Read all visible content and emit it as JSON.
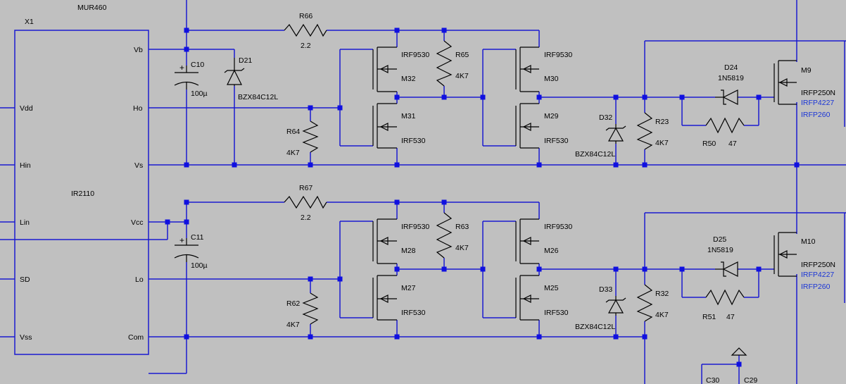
{
  "colors": {
    "background": "#c0c0c0",
    "wire": "#1a1ad0",
    "junction": "#1010e0",
    "component": "#000000",
    "alt_label": "#1a35d6"
  },
  "ic": {
    "ref": "X1",
    "type": "IR2110",
    "pins_left": [
      "Vdd",
      "Hin",
      "Lin",
      "SD",
      "Vss"
    ],
    "pins_right": [
      "Vb",
      "Ho",
      "Vs",
      "Vcc",
      "Lo",
      "Com"
    ]
  },
  "top_label": "MUR460",
  "capacitors": [
    {
      "ref": "C10",
      "value": "100µ"
    },
    {
      "ref": "C11",
      "value": "100µ"
    },
    {
      "ref": "C30"
    },
    {
      "ref": "C29"
    }
  ],
  "zeners": [
    {
      "ref": "D21",
      "type": "BZX84C12L"
    },
    {
      "ref": "D32",
      "type": "BZX84C12L"
    },
    {
      "ref": "D33",
      "type": "BZX84C12L"
    }
  ],
  "resistors": [
    {
      "ref": "R66",
      "value": "2.2"
    },
    {
      "ref": "R67",
      "value": "2.2"
    },
    {
      "ref": "R64",
      "value": "4K7"
    },
    {
      "ref": "R62",
      "value": "4K7"
    },
    {
      "ref": "R65",
      "value": "4K7"
    },
    {
      "ref": "R63",
      "value": "4K7"
    },
    {
      "ref": "R23",
      "value": "4K7"
    },
    {
      "ref": "R32",
      "value": "4K7"
    },
    {
      "ref": "R50",
      "value": "47"
    },
    {
      "ref": "R51",
      "value": "47"
    }
  ],
  "mosfets": [
    {
      "ref": "M32",
      "type": "IRF9530"
    },
    {
      "ref": "M31",
      "type": "IRF530"
    },
    {
      "ref": "M30",
      "type": "IRF9530"
    },
    {
      "ref": "M29",
      "type": "IRF530"
    },
    {
      "ref": "M28",
      "type": "IRF9530"
    },
    {
      "ref": "M27",
      "type": "IRF530"
    },
    {
      "ref": "M26",
      "type": "IRF9530"
    },
    {
      "ref": "M25",
      "type": "IRF530"
    },
    {
      "ref": "M9",
      "type": "IRFP250N",
      "alternates": [
        "IRFP4227",
        "IRFP260"
      ]
    },
    {
      "ref": "M10",
      "type": "IRFP250N",
      "alternates": [
        "IRFP4227",
        "IRFP260"
      ]
    }
  ],
  "schottky": [
    {
      "ref": "D24",
      "type": "1N5819"
    },
    {
      "ref": "D25",
      "type": "1N5819"
    }
  ]
}
